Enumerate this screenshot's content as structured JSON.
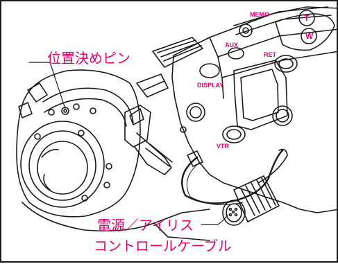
{
  "callouts": {
    "positioning_pin": "位置決めピン",
    "cable_line1": "電源／アイリス",
    "cable_line2": "コントロールケーブル"
  },
  "panel_labels": {
    "memo": "MEMO",
    "t": "T",
    "w": "W",
    "aux": "AUX",
    "ret": "RET",
    "display": "DISPLAY",
    "vtr": "VTR"
  },
  "colors": {
    "callout_text": "#e0006e",
    "button_label": "#e0006e",
    "line_art": "#1a1a1a"
  }
}
